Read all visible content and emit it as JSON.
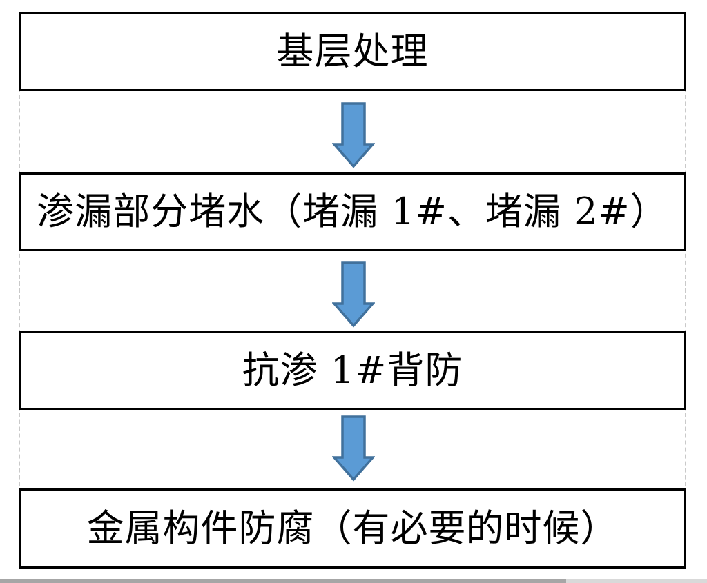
{
  "flowchart": {
    "steps": [
      {
        "label": "基层处理"
      },
      {
        "label": "渗漏部分堵水（堵漏 1#、堵漏 2#）"
      },
      {
        "label": "抗渗 1#背防"
      },
      {
        "label": "金属构件防腐（有必要的时候）"
      }
    ],
    "connector_icon": "down-arrow",
    "colors": {
      "box_border": "#000000",
      "box_fill": "#ffffff",
      "arrow_fill": "#5b9bd5",
      "arrow_outline": "#41719c",
      "dashed_guide": "#c9c9c9",
      "scrollbar_thumb": "#a6a6a6",
      "scrollbar_track": "#d9d9d9",
      "background": "#ffffff"
    }
  }
}
